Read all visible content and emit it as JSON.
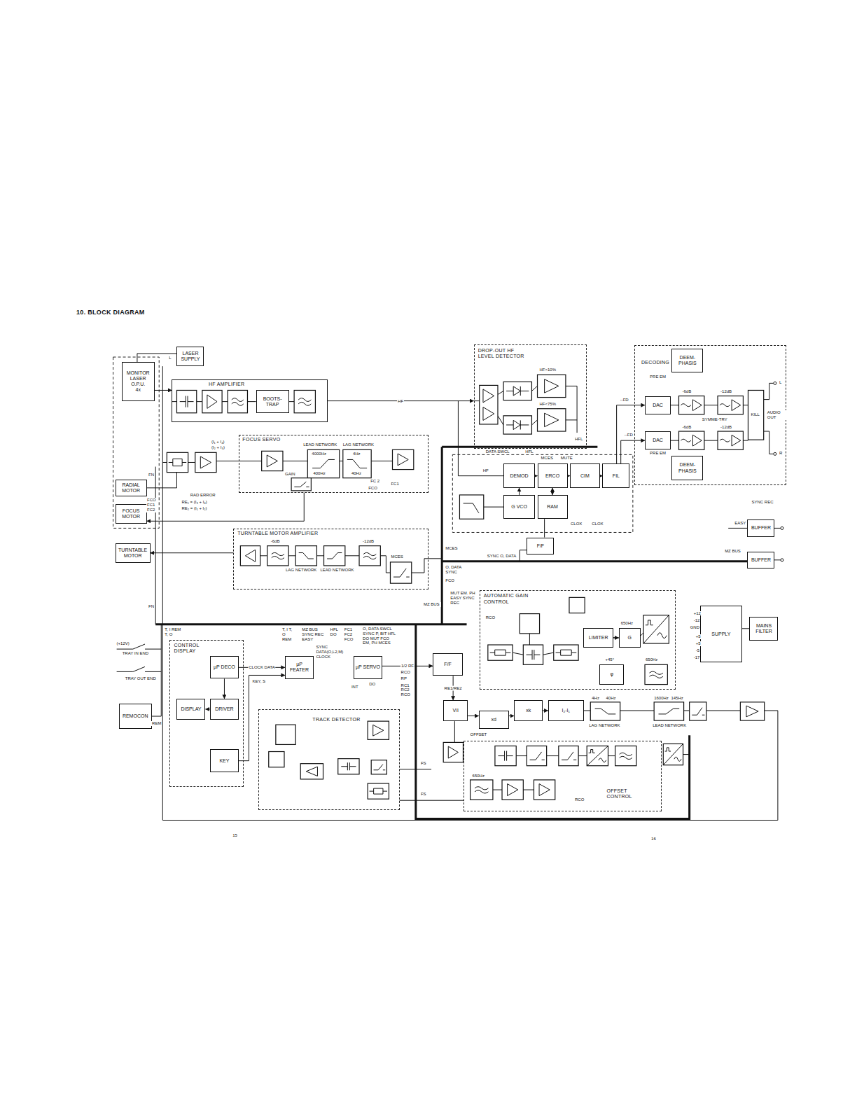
{
  "diagram": {
    "title": "10. BLOCK DIAGRAM",
    "nodes": [
      {
        "text": [
          "LASER SUPPLY"
        ]
      },
      {
        "text": [
          "MONITOR",
          "LASER",
          "O.P.U.",
          "4x"
        ]
      },
      {
        "text": [
          "HF AMPLIFIER"
        ]
      },
      {
        "text": [
          "BOOTS-TRAP"
        ],
        "in": 2
      },
      {
        "text": [
          "FOCUS SERVO"
        ]
      },
      {
        "text": [
          "RADIAL MOTOR"
        ]
      },
      {
        "text": [
          "FOCUS MOTOR"
        ]
      },
      {
        "text": [
          "TURNTABLE MOTOR AMPLIFIER"
        ]
      },
      {
        "text": [
          "TURNTABLE MOTOR"
        ]
      },
      {
        "text": [
          "DROP-OUT HF LEVEL DETECTOR"
        ]
      },
      {
        "text": [
          "DECODING"
        ]
      },
      {
        "text": [
          "DEEM-PHASIS"
        ],
        "in": 10
      },
      {
        "text": [
          "DAC"
        ],
        "in": 10
      },
      {
        "text": [
          "DAC"
        ],
        "in": 10
      },
      {
        "text": [
          "DEEM-PHASIS"
        ],
        "in": 10
      },
      {
        "text": [
          "DEMOD"
        ]
      },
      {
        "text": [
          "ERCO"
        ]
      },
      {
        "text": [
          "CIM"
        ]
      },
      {
        "text": [
          "FIL"
        ]
      },
      {
        "text": [
          "G VCO"
        ]
      },
      {
        "text": [
          "RAM"
        ]
      },
      {
        "text": [
          "F/F"
        ]
      },
      {
        "text": [
          "BUFFER"
        ]
      },
      {
        "text": [
          "BUFFER"
        ]
      },
      {
        "text": [
          "AUTOMATIC GAIN CONTROL"
        ]
      },
      {
        "text": [
          "LIMITER"
        ],
        "in": 24
      },
      {
        "text": [
          "G"
        ],
        "in": 24
      },
      {
        "text": [
          "φ"
        ],
        "in": 24
      },
      {
        "text": [
          "SUPPLY"
        ]
      },
      {
        "text": [
          "MAINS FILTER"
        ]
      },
      {
        "text": [
          "CONTROL DISPLAY"
        ]
      },
      {
        "text": [
          "µP DECO"
        ],
        "in": 30
      },
      {
        "text": [
          "DISPLAY"
        ],
        "in": 30
      },
      {
        "text": [
          "DRIVER"
        ],
        "in": 30
      },
      {
        "text": [
          "KEY"
        ],
        "in": 30
      },
      {
        "text": [
          "µP FEATER"
        ]
      },
      {
        "text": [
          "µP SERVO"
        ]
      },
      {
        "text": [
          "F/F"
        ]
      },
      {
        "text": [
          "REMOCON"
        ]
      },
      {
        "text": [
          "TRACK DETECTOR"
        ]
      },
      {
        "text": [
          "V/I"
        ]
      },
      {
        "text": [
          "xd"
        ]
      },
      {
        "text": [
          "xk"
        ]
      },
      {
        "text": [
          "I₂-I₁"
        ]
      },
      {
        "text": [
          "OFFSET CONTROL"
        ]
      }
    ],
    "edges": [
      {
        "from": 1,
        "to": 0,
        "arrow": "none"
      },
      {
        "from": 1,
        "to": 2,
        "arrow": "to"
      },
      {
        "from": 2,
        "to": 9,
        "label": "HF",
        "arrow": "to"
      },
      {
        "from": 4,
        "to": 6,
        "arrow": "to"
      },
      {
        "from": 7,
        "to": 8,
        "arrow": "to"
      },
      {
        "from": 15,
        "to": 16,
        "arrow": "to"
      },
      {
        "from": 16,
        "to": 17,
        "arrow": "to"
      },
      {
        "from": 17,
        "to": 18,
        "arrow": "to"
      },
      {
        "from": 18,
        "to": 12,
        "arrow": "to"
      },
      {
        "from": 18,
        "to": 13,
        "arrow": "to"
      },
      {
        "from": 19,
        "to": 15,
        "arrow": "to"
      },
      {
        "from": 20,
        "to": 16,
        "arrow": "both"
      },
      {
        "from": 25,
        "to": 26,
        "arrow": "to"
      },
      {
        "from": 29,
        "to": 28,
        "arrow": "none"
      },
      {
        "from": 31,
        "to": 33,
        "arrow": "to"
      },
      {
        "from": 33,
        "to": 32,
        "arrow": "to"
      },
      {
        "from": 34,
        "to": 35,
        "arrow": "to"
      },
      {
        "from": 31,
        "to": 35,
        "label": "CLOCK DATA",
        "arrow": "to"
      },
      {
        "from": 36,
        "to": 37,
        "label": "1/2 RF",
        "arrow": "to"
      },
      {
        "from": 37,
        "to": 40,
        "label": "RE1/RE2",
        "arrow": "to"
      },
      {
        "from": 40,
        "to": 41,
        "arrow": "to"
      },
      {
        "from": 41,
        "to": 42,
        "arrow": "to"
      },
      {
        "from": 42,
        "to": 43,
        "arrow": "to"
      }
    ],
    "labels": [
      "L",
      "(I₁ + I₄)",
      "(I₂ + I₃)",
      "GAIN",
      "LEAD NETWORK",
      "LAG NETWORK",
      "4000Hz",
      "400Hz",
      "4Hz",
      "40Hz",
      "FC 2",
      "FC1",
      "FCO",
      "RAD ERROR",
      "RE₁ = (I₃ + I₄)",
      "RE₂ = (I₁ + I₂)",
      "FCO FC1 FC2",
      "FN",
      "FN",
      "-6dB",
      "-12dB",
      "LAG NETWORK",
      "LEAD NETWORK",
      "MCES",
      "MCES",
      "O, DATA SYNC",
      "FCO",
      "SYNC O, DATA",
      "DATA SWCL",
      "HFL",
      "MCES",
      "MUTE",
      "HF",
      "HF<10%",
      "HF<75%",
      "HFL",
      "CLOX",
      "CLOX",
      "PRE EM",
      "PRE EM",
      "--FD",
      "--FD",
      "-6dB",
      "-12dB",
      "-6dB",
      "-12dB",
      "SYMME-TRY",
      "KILL",
      "AUDIO OUT",
      "L",
      "R",
      "SYNC REC",
      "EASY",
      "MZ BUS",
      "MUT EM. PH EASY SYNC REC",
      "MZ BUS",
      "RCO",
      "650Hz",
      "+45°",
      "650Hz",
      "+12",
      "-12",
      "GND",
      "+5",
      "+5",
      "-5",
      "-17",
      "(+12V)",
      "TRAY IN END",
      "TRAY OUT END",
      "REM",
      "T, I REM T, O",
      "KEY, S",
      "T, I T, O REM",
      "MZ BUS SYNC REC EASY",
      "HFL DO",
      "FC1 FC2 FCO",
      "O, DATA SWCL SYNC P, BIT HFL DO MUT FCO EM, PH MCES",
      "SYNC DATA(O,L2,M) CLOCK",
      "RCO",
      "RP",
      "RC1 RC2 RCO",
      "INT",
      "DO",
      "FS",
      "FS",
      "OFFSET",
      "650Hz",
      "LAG NETWORK",
      "LEAD NETWORK",
      "4Hz",
      "40Hz",
      "1600Hz",
      "145Hz",
      "RCO",
      "15",
      "16"
    ]
  }
}
